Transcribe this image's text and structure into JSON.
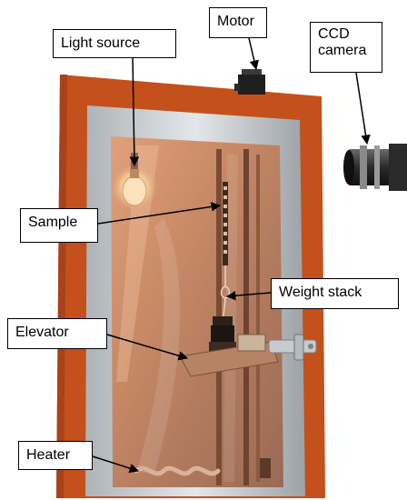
{
  "labels": {
    "light_source": "Light source",
    "motor": "Motor",
    "ccd_line1": "CCD",
    "ccd_line2": "camera",
    "sample": "Sample",
    "weight_stack": "Weight stack",
    "elevator": "Elevator",
    "heater": "Heater"
  },
  "colors": {
    "frame_orange": "#c4501c",
    "inner_frame_silver": "#c9cdd0",
    "glass_copper": "#c98a66",
    "background": "#ffffff"
  }
}
